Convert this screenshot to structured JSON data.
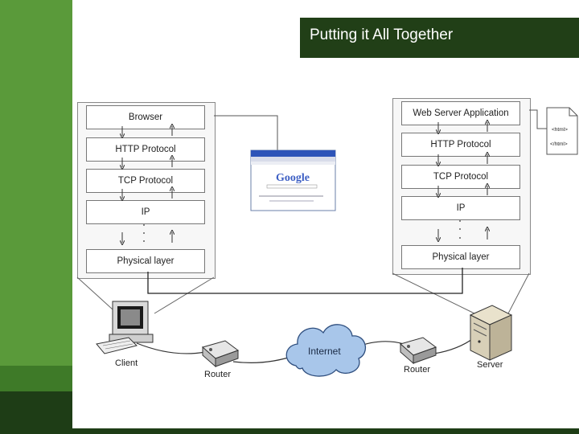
{
  "title": "Putting it All Together",
  "client_stack": [
    "Browser",
    "HTTP Protocol",
    "TCP Protocol",
    "IP",
    "Physical layer"
  ],
  "server_stack": [
    "Web Server Application",
    "HTTP Protocol",
    "TCP Protocol",
    "IP",
    "Physical layer"
  ],
  "html_doc": {
    "open_tag": "<html>",
    "close_tag": "</html>"
  },
  "browser_window": {
    "logo": "Google"
  },
  "cloud_label": "Internet",
  "labels": {
    "client": "Client",
    "router_left": "Router",
    "router_right": "Router",
    "server": "Server"
  },
  "colors": {
    "sidebar": "#5a9a3a",
    "sidebar_dark": "#1e3d16",
    "title_bg": "#213f17"
  }
}
